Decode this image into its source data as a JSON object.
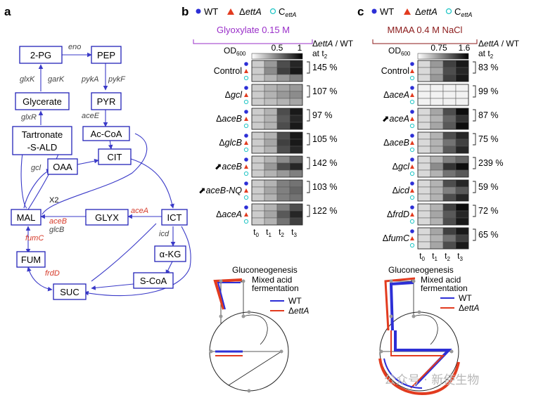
{
  "panel_a": {
    "label": "a",
    "nodes": [
      {
        "id": "2pg",
        "text": "2-PG"
      },
      {
        "id": "pep",
        "text": "PEP"
      },
      {
        "id": "glycerate",
        "text": "Glycerate"
      },
      {
        "id": "pyr",
        "text": "PYR"
      },
      {
        "id": "tsald1",
        "text": "Tartronate"
      },
      {
        "id": "tsald2",
        "text": "-S-ALD"
      },
      {
        "id": "accoa",
        "text": "Ac-CoA"
      },
      {
        "id": "cit",
        "text": "CIT"
      },
      {
        "id": "oaa",
        "text": "OAA"
      },
      {
        "id": "mal",
        "text": "MAL"
      },
      {
        "id": "glyx",
        "text": "GLYX"
      },
      {
        "id": "ict",
        "text": "ICT"
      },
      {
        "id": "fum",
        "text": "FUM"
      },
      {
        "id": "akg",
        "text": "α-KG"
      },
      {
        "id": "suc",
        "text": "SUC"
      },
      {
        "id": "scoa",
        "text": "S-CoA"
      }
    ],
    "enzymes": [
      {
        "id": "eno",
        "text": "eno",
        "color": "#444444"
      },
      {
        "id": "glxk",
        "text": "glxK",
        "color": "#444444"
      },
      {
        "id": "gark",
        "text": "garK",
        "color": "#444444"
      },
      {
        "id": "pyka",
        "text": "pykA",
        "color": "#444444"
      },
      {
        "id": "pykf",
        "text": "pykF",
        "color": "#444444"
      },
      {
        "id": "acee",
        "text": "aceE",
        "color": "#444444"
      },
      {
        "id": "glxr",
        "text": "glxR",
        "color": "#444444"
      },
      {
        "id": "gcl",
        "text": "gcl",
        "color": "#444444"
      },
      {
        "id": "x2",
        "text": "X2",
        "color": "#111111"
      },
      {
        "id": "acea",
        "text": "aceA",
        "color": "#d63a2a"
      },
      {
        "id": "aceb",
        "text": "aceB",
        "color": "#d63a2a"
      },
      {
        "id": "glcb",
        "text": "glcB",
        "color": "#444444"
      },
      {
        "id": "fumc",
        "text": "fumC",
        "color": "#d63a2a"
      },
      {
        "id": "icd",
        "text": "icd",
        "color": "#444444"
      },
      {
        "id": "frdd",
        "text": "frdD",
        "color": "#d63a2a"
      }
    ]
  },
  "panel_b": {
    "label": "b",
    "legend": {
      "wt": "WT",
      "delta": "Δ",
      "ett": "ettA",
      "c": "C",
      "sub": "ettA"
    },
    "condition": "Glyoxylate 0.15 M",
    "condition_color": "#9a2fc9",
    "scale": {
      "od": "OD",
      "od_sub": "600",
      "tick_mid": "0.5",
      "tick_max": "1"
    },
    "ratio_header": {
      "line1_delta": "Δ",
      "line1_ett": "ettA",
      "line1_rest": " / WT",
      "line2": "at t",
      "line2_sub": "2"
    },
    "times": [
      {
        "t": "t",
        "s": "0"
      },
      {
        "t": "t",
        "s": "1"
      },
      {
        "t": "t",
        "s": "2"
      },
      {
        "t": "t",
        "s": "3"
      }
    ],
    "rows": [
      {
        "pre": "",
        "label": "Control",
        "italic": false,
        "pct": "145 %"
      },
      {
        "pre": "Δ",
        "label": "gcl",
        "italic": true,
        "pct": "107 %"
      },
      {
        "pre": "Δ",
        "label": "aceB",
        "italic": true,
        "pct": "97 %"
      },
      {
        "pre": "Δ",
        "label": "glcB",
        "italic": true,
        "pct": "105 %"
      },
      {
        "pre": "⬈",
        "label": "aceB",
        "italic": true,
        "pct": "142 %"
      },
      {
        "pre": "⬈",
        "label": "aceB-NQ",
        "italic": true,
        "pct": "103 %"
      },
      {
        "pre": "Δ",
        "label": "aceA",
        "italic": true,
        "pct": "122 %"
      }
    ],
    "od_grid": [
      [
        [
          0.2,
          0.4,
          0.7,
          0.85
        ],
        [
          0.2,
          0.45,
          0.75,
          0.9
        ],
        [
          0.2,
          0.3,
          0.4,
          0.5
        ]
      ],
      [
        [
          0.2,
          0.3,
          0.35,
          0.4
        ],
        [
          0.2,
          0.3,
          0.4,
          0.45
        ],
        [
          0.2,
          0.25,
          0.3,
          0.35
        ]
      ],
      [
        [
          0.2,
          0.3,
          0.7,
          0.9
        ],
        [
          0.2,
          0.3,
          0.65,
          0.85
        ],
        [
          0.2,
          0.3,
          0.7,
          0.9
        ]
      ],
      [
        [
          0.2,
          0.3,
          0.7,
          0.9
        ],
        [
          0.2,
          0.35,
          0.75,
          0.9
        ],
        [
          0.2,
          0.3,
          0.7,
          0.85
        ]
      ],
      [
        [
          0.2,
          0.3,
          0.45,
          0.6
        ],
        [
          0.2,
          0.4,
          0.7,
          0.85
        ],
        [
          0.2,
          0.3,
          0.4,
          0.5
        ]
      ],
      [
        [
          0.2,
          0.3,
          0.5,
          0.55
        ],
        [
          0.2,
          0.35,
          0.5,
          0.6
        ],
        [
          0.2,
          0.3,
          0.5,
          0.55
        ]
      ],
      [
        [
          0.2,
          0.3,
          0.5,
          0.7
        ],
        [
          0.2,
          0.35,
          0.65,
          0.85
        ],
        [
          0.2,
          0.3,
          0.55,
          0.75
        ]
      ]
    ],
    "network": {
      "title": "Gluconeogenesis",
      "mixed1": "Mixed acid",
      "mixed2": "fermentation",
      "legend_wt": "WT",
      "legend_delta": "Δ",
      "legend_ett": "ettA"
    }
  },
  "panel_c": {
    "label": "c",
    "legend": {
      "wt": "WT",
      "delta": "Δ",
      "ett": "ettA",
      "c": "C",
      "sub": "ettA"
    },
    "condition": "MMAA 0.4 M NaCl",
    "condition_color": "#8b1a1a",
    "scale": {
      "od": "OD",
      "od_sub": "600",
      "tick_mid": "0.75",
      "tick_max": "1.6"
    },
    "ratio_header": {
      "line1_delta": "Δ",
      "line1_ett": "ettA",
      "line1_rest": " / WT",
      "line2": "at t",
      "line2_sub": "2"
    },
    "times": [
      {
        "t": "t",
        "s": "0"
      },
      {
        "t": "t",
        "s": "1"
      },
      {
        "t": "t",
        "s": "2"
      },
      {
        "t": "t",
        "s": "3"
      }
    ],
    "rows": [
      {
        "pre": "",
        "label": "Control",
        "italic": false,
        "pct": "83 %"
      },
      {
        "pre": "Δ",
        "label": "aceA",
        "italic": true,
        "pct": "99 %"
      },
      {
        "pre": "⬈",
        "label": "aceA",
        "italic": true,
        "pct": "87 %"
      },
      {
        "pre": "Δ",
        "label": "aceB",
        "italic": true,
        "pct": "75 %"
      },
      {
        "pre": "Δ",
        "label": "gcl",
        "italic": true,
        "pct": "239 %"
      },
      {
        "pre": "Δ",
        "label": "icd",
        "italic": true,
        "pct": "59 %"
      },
      {
        "pre": "Δ",
        "label": "frdD",
        "italic": true,
        "pct": "72 %"
      },
      {
        "pre": "Δ",
        "label": "fumC",
        "italic": true,
        "pct": "65 %"
      }
    ],
    "od_grid": [
      [
        [
          0.15,
          0.4,
          0.75,
          0.9
        ],
        [
          0.15,
          0.35,
          0.7,
          0.85
        ],
        [
          0.15,
          0.4,
          0.75,
          0.9
        ]
      ],
      [
        [
          0.05,
          0.05,
          0.05,
          0.05
        ],
        [
          0.05,
          0.05,
          0.05,
          0.05
        ],
        [
          0.05,
          0.05,
          0.05,
          0.05
        ]
      ],
      [
        [
          0.15,
          0.35,
          0.7,
          0.95
        ],
        [
          0.15,
          0.3,
          0.6,
          0.8
        ],
        [
          0.15,
          0.35,
          0.65,
          0.95
        ]
      ],
      [
        [
          0.15,
          0.3,
          0.7,
          0.85
        ],
        [
          0.15,
          0.3,
          0.55,
          0.75
        ],
        [
          0.15,
          0.3,
          0.65,
          0.85
        ]
      ],
      [
        [
          0.15,
          0.3,
          0.5,
          0.6
        ],
        [
          0.15,
          0.45,
          0.8,
          0.95
        ],
        [
          0.15,
          0.3,
          0.55,
          0.65
        ]
      ],
      [
        [
          0.15,
          0.3,
          0.7,
          0.85
        ],
        [
          0.15,
          0.3,
          0.5,
          0.65
        ],
        [
          0.15,
          0.3,
          0.7,
          0.85
        ]
      ],
      [
        [
          0.15,
          0.3,
          0.75,
          0.95
        ],
        [
          0.15,
          0.35,
          0.65,
          0.85
        ],
        [
          0.15,
          0.3,
          0.7,
          0.9
        ]
      ],
      [
        [
          0.15,
          0.35,
          0.75,
          0.9
        ],
        [
          0.15,
          0.3,
          0.55,
          0.75
        ],
        [
          0.15,
          0.35,
          0.7,
          0.9
        ]
      ]
    ],
    "network": {
      "title": "Gluconeogenesis",
      "mixed1": "Mixed acid",
      "mixed2": "fermentation",
      "legend_wt": "WT",
      "legend_delta": "Δ",
      "legend_ett": "ettA"
    }
  },
  "colors": {
    "blue": "#2d2fd6",
    "red": "#e23b1f",
    "cyan": "#22c6c6",
    "node_line": "#2323b8",
    "arrow": "#3a3ac8"
  },
  "watermark": "公众号 · 新使生物"
}
